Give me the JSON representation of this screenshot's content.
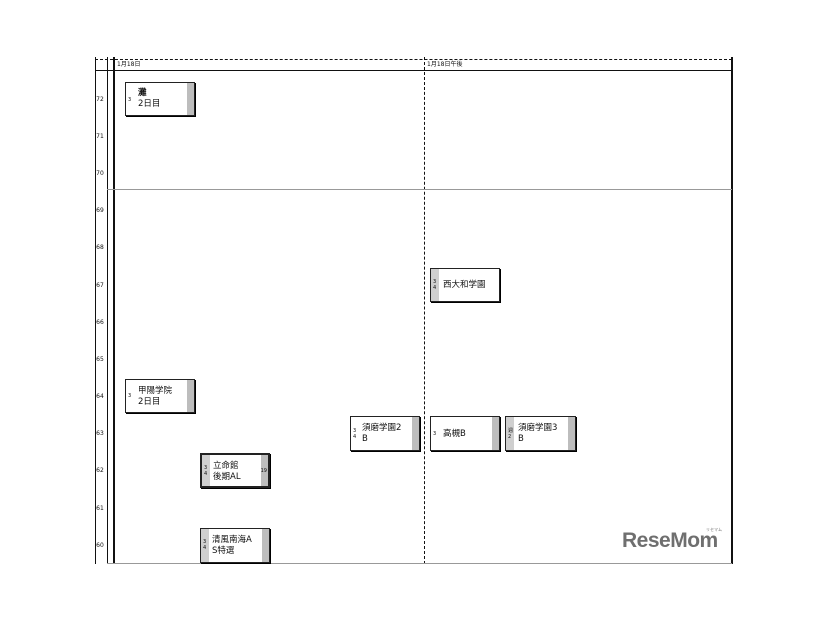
{
  "columns": [
    {
      "header": "1月18日"
    },
    {
      "header": "1月18日午後"
    }
  ],
  "y_axis": [
    "72",
    "71",
    "70",
    "69",
    "68",
    "67",
    "66",
    "65",
    "64",
    "63",
    "62",
    "61",
    "60"
  ],
  "cards": [
    {
      "side": "3",
      "line1": "灘",
      "line2": "2日目"
    },
    {
      "side": "3",
      "line1": "甲陽学院",
      "line2": "2日目"
    },
    {
      "side": "3\n4",
      "line1": "須磨学園2",
      "line2": "B"
    },
    {
      "side": "3\n4",
      "line1": "立命館",
      "line2": "後期AL",
      "num": "19"
    },
    {
      "side": "3\n4",
      "line1": "清風南海A",
      "line2": "S特選"
    },
    {
      "side": "3\n4",
      "line1": "西大和学園",
      "line2": ""
    },
    {
      "side": "3",
      "line1": "高槻B",
      "line2": ""
    },
    {
      "side": "週\n2",
      "line1": "須磨学園3",
      "line2": "B"
    }
  ],
  "logo": {
    "text": "ReseMom",
    "sub": "リセマム"
  }
}
